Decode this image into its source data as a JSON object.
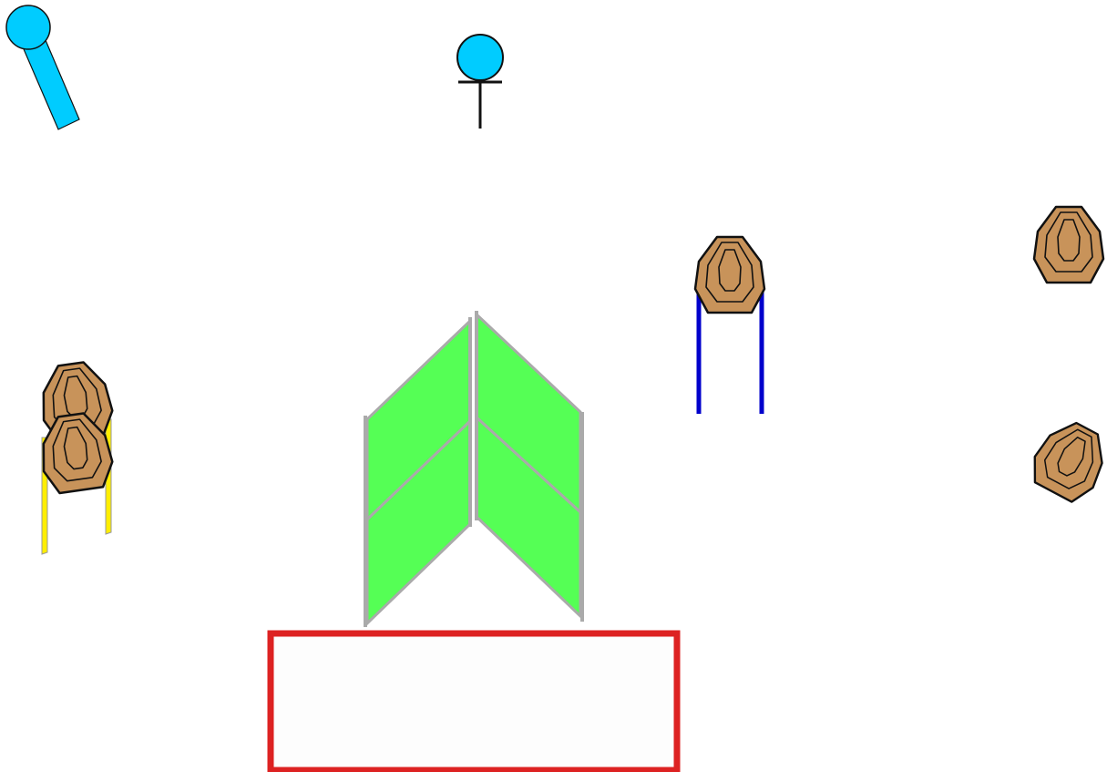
{
  "stage": {
    "description_visible_text": [],
    "colors": {
      "background": "#ffffff",
      "steel_popper": "#00ccff",
      "paper_target": "#c8935a",
      "wall_panel": "#55ff55",
      "wall_frame": "#bbbbbb",
      "shooting_box": "#dd2222",
      "stand_blue": "#0000cc",
      "stand_yellow": "#ffee00"
    },
    "elements": [
      {
        "kind": "popper-falling",
        "icon": "steel-popper-icon"
      },
      {
        "kind": "popper-standing",
        "icon": "steel-popper-icon"
      },
      {
        "kind": "paper-target-pair-on-yellow-stand",
        "count": 2
      },
      {
        "kind": "paper-target-on-blue-stand",
        "count": 1
      },
      {
        "kind": "paper-target",
        "count": 1
      },
      {
        "kind": "paper-target-tilted",
        "count": 1
      },
      {
        "kind": "barrier-wall-chevron",
        "panels": 4
      },
      {
        "kind": "shooting-box"
      }
    ]
  }
}
